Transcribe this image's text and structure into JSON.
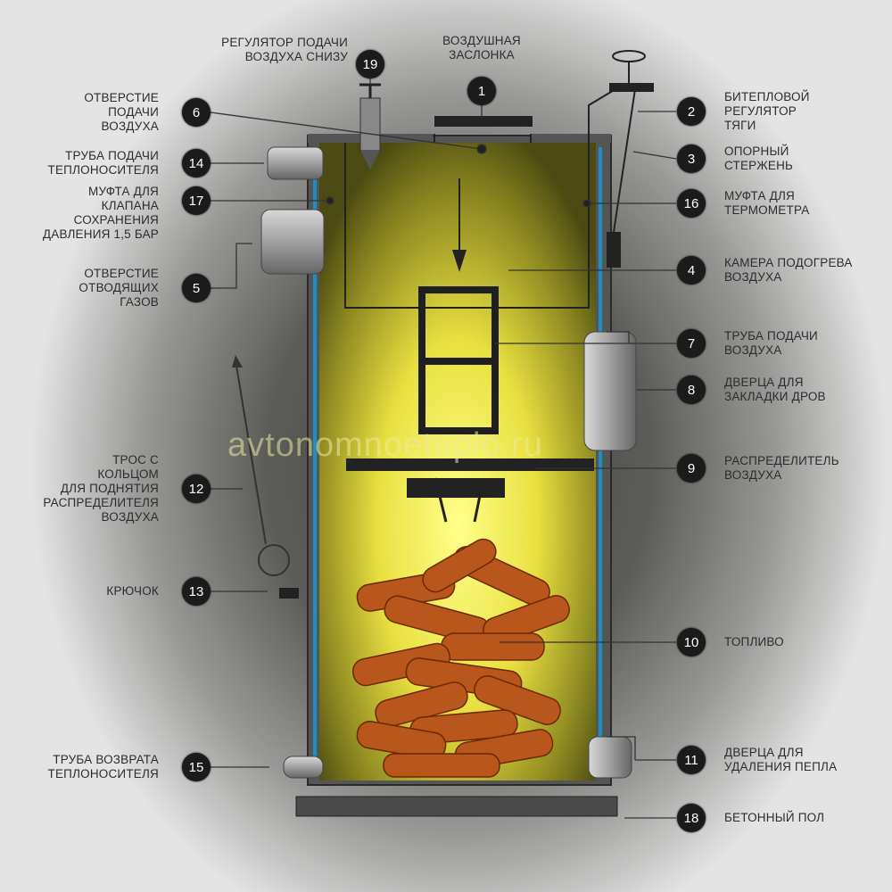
{
  "watermark": "avtonomnoeteplo.ru",
  "colors": {
    "body_glow": "#ffff7a",
    "body_edge": "#4a4a12",
    "jacket": "#1d8fc4",
    "wood": "#b8561c",
    "metal": "#9a9a9a"
  },
  "labels": {
    "n1": {
      "num": "1",
      "text": "Воздушная\nзаслонка"
    },
    "n2": {
      "num": "2",
      "text": "Битепловой\nрегулятор\nтяги"
    },
    "n3": {
      "num": "3",
      "text": "Опорный\nстержень"
    },
    "n4": {
      "num": "4",
      "text": "Камера подогрева\nвоздуха"
    },
    "n5": {
      "num": "5",
      "text": "Отверстие\nотводящих\nгазов"
    },
    "n6": {
      "num": "6",
      "text": "Отверстие\nподачи\nвоздуха"
    },
    "n7": {
      "num": "7",
      "text": "Труба подачи\nвоздуха"
    },
    "n8": {
      "num": "8",
      "text": "Дверца для\nзакладки дров"
    },
    "n9": {
      "num": "9",
      "text": "Распределитель\nвоздуха"
    },
    "n10": {
      "num": "10",
      "text": "Топливо"
    },
    "n11": {
      "num": "11",
      "text": "Дверца для\nудаления пепла"
    },
    "n12": {
      "num": "12",
      "text": "Трос с\nкольцом\nдля поднятия\nраспределителя\nвоздуха"
    },
    "n13": {
      "num": "13",
      "text": "Крючок"
    },
    "n14": {
      "num": "14",
      "text": "Труба подачи\nтеплоносителя"
    },
    "n15": {
      "num": "15",
      "text": "Труба возврата\nтеплоносителя"
    },
    "n16": {
      "num": "16",
      "text": "Муфта для\nтермометра"
    },
    "n17": {
      "num": "17",
      "text": "Муфта для\nклапана\nсохранения\nдавления 1,5 бар"
    },
    "n18": {
      "num": "18",
      "text": "Бетонный пол"
    },
    "n19": {
      "num": "19",
      "text": "Регулятор подачи\nвоздуха снизу"
    }
  }
}
